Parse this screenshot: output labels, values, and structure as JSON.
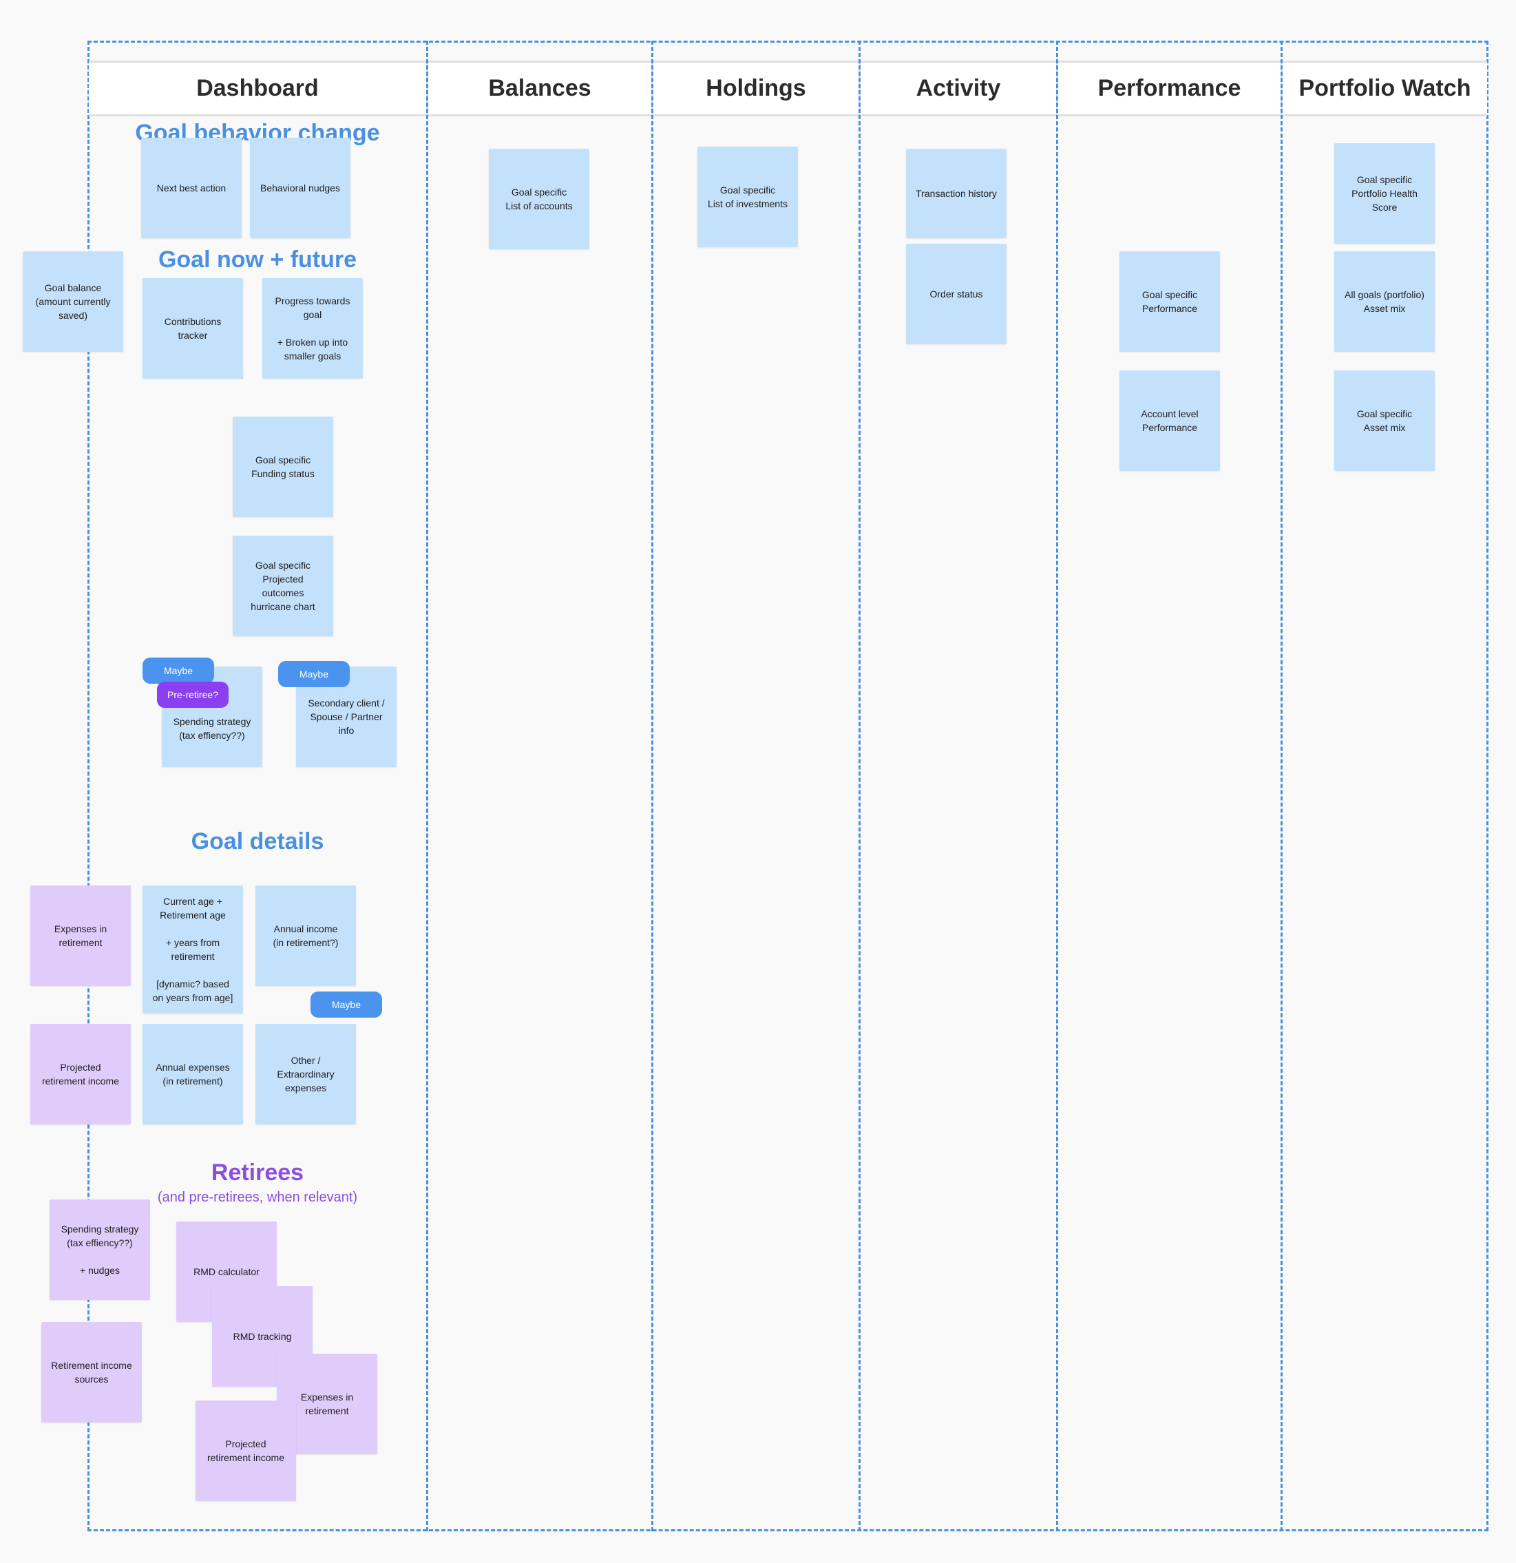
{
  "columns": [
    "Dashboard",
    "Balances",
    "Holdings",
    "Activity",
    "Performance",
    "Portfolio Watch"
  ],
  "sections": {
    "goal_behavior_change": "Goal behavior change",
    "goal_now_future": "Goal now + future",
    "goal_details": "Goal details",
    "retirees": "Retirees",
    "retirees_sub": "(and pre-retirees, when relevant)"
  },
  "stickies": {
    "next_best_action": "Next best action",
    "behavioral_nudges": "Behavioral nudges",
    "goal_balance": "Goal balance\n(amount currently\nsaved)",
    "contributions_tracker": "Contributions\ntracker",
    "progress_towards_goal": "Progress towards\ngoal\n\n+ Broken up into\nsmaller goals",
    "funding_status": "Goal specific\nFunding status",
    "projected_outcomes": "Goal specific\nProjected\noutcomes\nhurricane chart",
    "spending_strategy": "Spending strategy\n(tax effiency??)",
    "secondary_client": "Secondary client /\nSpouse / Partner\ninfo",
    "expenses_in_retirement": "Expenses in\nretirement",
    "current_age": "Current age +\nRetirement age\n\n+ years from\nretirement\n\n[dynamic? based\non years from age]",
    "annual_income": "Annual income\n(in retirement?)",
    "projected_retirement_income": "Projected\nretirement income",
    "annual_expenses": "Annual expenses\n(in retirement)",
    "other_expenses": "Other /\nExtraordinary\nexpenses",
    "spending_strategy_nudges": "Spending strategy\n(tax effiency??)\n\n+ nudges",
    "rmd_calculator": "RMD calculator",
    "rmd_tracking": "RMD tracking",
    "expenses_in_retirement_2": "Expenses in\nretirement",
    "retirement_income_sources": "Retirement income\nsources",
    "projected_retirement_income_2": "Projected\nretirement income",
    "list_of_accounts": "Goal specific\nList of accounts",
    "list_of_investments": "Goal specific\nList of investments",
    "transaction_history": "Transaction history",
    "order_status": "Order status",
    "goal_performance": "Goal specific\nPerformance",
    "account_performance": "Account level\nPerformance",
    "portfolio_health": "Goal specific\nPortfolio Health\nScore",
    "all_goals_asset_mix": "All goals (portfolio)\nAsset mix",
    "goal_asset_mix": "Goal specific\nAsset mix"
  },
  "tags": {
    "maybe_1": "Maybe",
    "pre_retiree": "Pre-retiree?",
    "maybe_2": "Maybe",
    "maybe_3": "Maybe"
  },
  "colors": {
    "sticky_blue": "#c4e1fb",
    "sticky_lilac": "#e0ccfb",
    "accent_blue": "#4a90e2",
    "accent_purple": "#8b4ee0",
    "tag_blue": "#4a94f0",
    "tag_purple": "#8b3ff0"
  }
}
